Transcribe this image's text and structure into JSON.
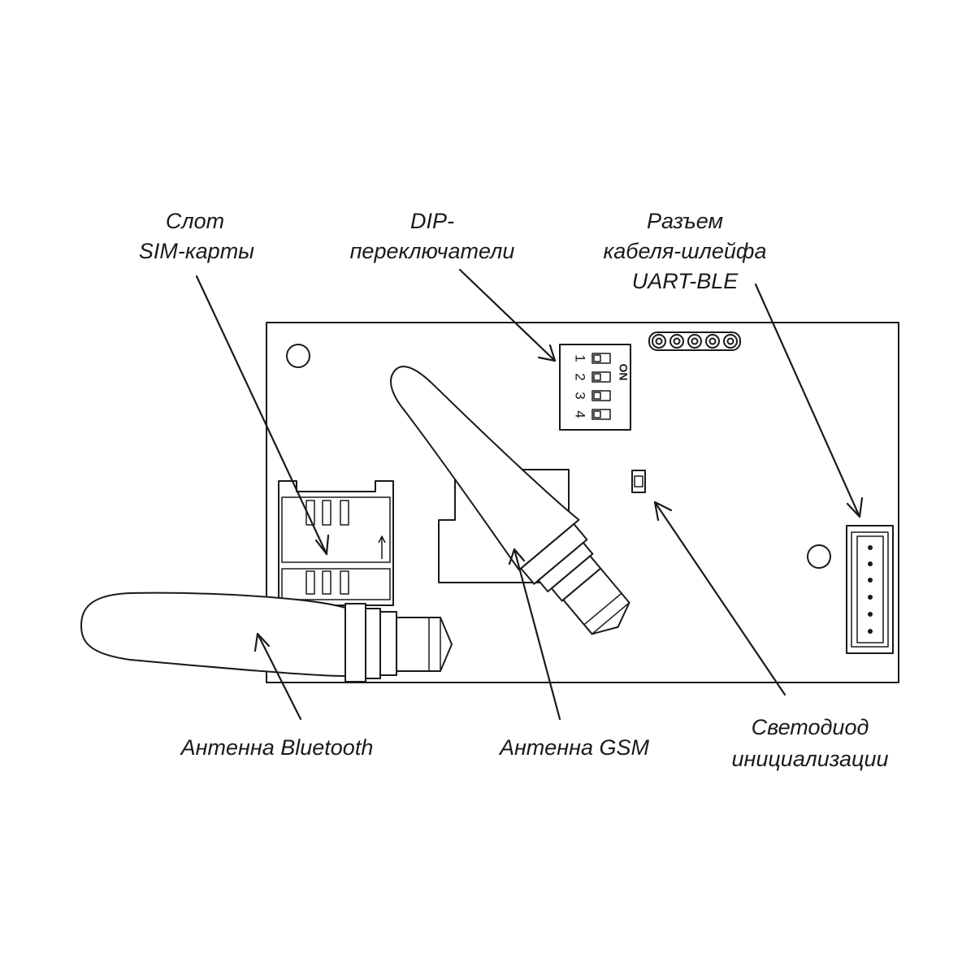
{
  "labels": {
    "sim_slot": [
      "Слот",
      "SIM-карты"
    ],
    "dip_switches": [
      "DIP-",
      "переключатели"
    ],
    "uart_connector": [
      "Разъем",
      "кабеля-шлейфа",
      "UART-BLE"
    ],
    "bluetooth_antenna": [
      "Антенна Bluetooth"
    ],
    "gsm_antenna": [
      "Антенна GSM"
    ],
    "init_led": [
      "Светодиод",
      "инициализации"
    ]
  },
  "dip": {
    "on_label": "ON",
    "numbers": [
      "1",
      "2",
      "3",
      "4"
    ]
  }
}
